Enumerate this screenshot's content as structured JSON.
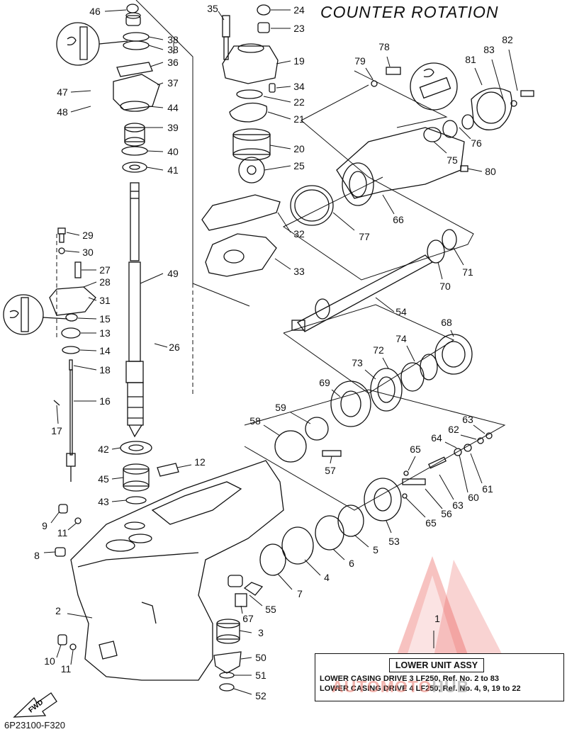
{
  "title": "COUNTER ROTATION",
  "diagram_code": "6P23100-F320",
  "fwd_label": "FWD",
  "callouts": [
    "1",
    "2",
    "3",
    "4",
    "5",
    "6",
    "7",
    "8",
    "9",
    "10",
    "11",
    "11",
    "12",
    "13",
    "14",
    "15",
    "16",
    "17",
    "18",
    "19",
    "20",
    "21",
    "22",
    "23",
    "24",
    "25",
    "26",
    "27",
    "28",
    "29",
    "30",
    "31",
    "32",
    "33",
    "34",
    "35",
    "36",
    "37",
    "38",
    "38",
    "39",
    "40",
    "41",
    "42",
    "43",
    "44",
    "45",
    "46",
    "47",
    "48",
    "49",
    "50",
    "51",
    "52",
    "53",
    "54",
    "55",
    "56",
    "57",
    "58",
    "59",
    "60",
    "61",
    "62",
    "63",
    "63",
    "64",
    "65",
    "65",
    "66",
    "67",
    "68",
    "69",
    "70",
    "71",
    "72",
    "73",
    "74",
    "75",
    "76",
    "77",
    "78",
    "79",
    "80",
    "81",
    "82",
    "83"
  ],
  "assembly_box": {
    "heading": "LOWER UNIT ASSY",
    "line1": "LOWER CASING DRIVE 3 LF250, Ref. No. 2 to 83",
    "line2": "LOWER CASING DRIVE 4 LF250, Ref. No. 4, 9, 19 to 22"
  },
  "watermark": {
    "text_main": "AUTOMOTO",
    "text_accent": "HUB",
    "color_main": "#e8786e",
    "color_accent": "#969696"
  },
  "colors": {
    "line": "#111111",
    "paper": "#ffffff",
    "watermark": "#e8504a"
  }
}
